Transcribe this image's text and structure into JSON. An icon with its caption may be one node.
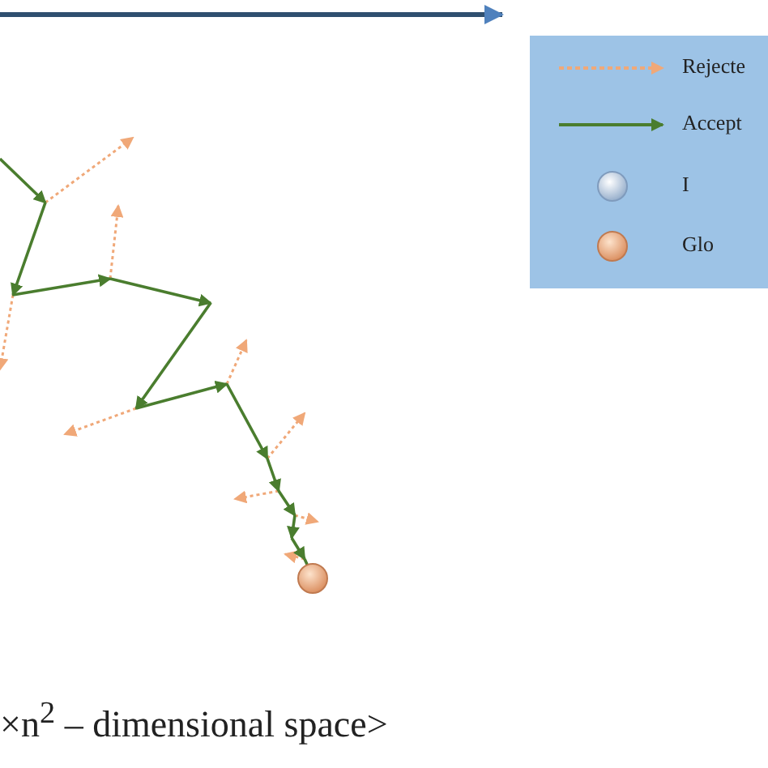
{
  "diagram": {
    "labels": [
      "×n$^{2}$ – dimensional space>"
    ],
    "legend": [
      {
        "text": "Rejecte"
      },
      {
        "text": "Accept"
      },
      {
        "text": "I"
      },
      {
        "text": "Glo"
      }
    ]
  }
}
